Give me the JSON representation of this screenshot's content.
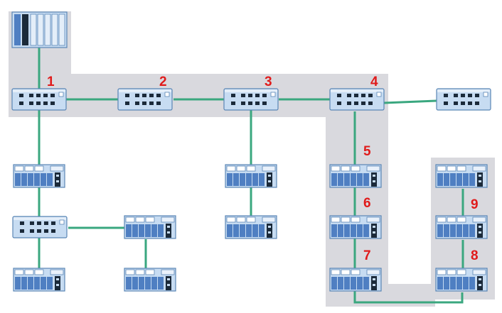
{
  "colors": {
    "highlight": "#d9d9de",
    "link": "#3aa77f",
    "device_fill": "#c7dcf2",
    "device_stroke": "#5a86b5",
    "module_fill": "#4f7fc2",
    "label": "#e01b1b",
    "port": "#1b2a3a"
  },
  "switches": [
    {
      "id": "s1",
      "label": "1"
    },
    {
      "id": "s2",
      "label": "2"
    },
    {
      "id": "s3",
      "label": "3"
    },
    {
      "id": "s4",
      "label": "4"
    },
    {
      "id": "s5",
      "label": ""
    }
  ],
  "ring_nodes": [
    {
      "id": "r5",
      "label": "5"
    },
    {
      "id": "r6",
      "label": "6"
    },
    {
      "id": "r7",
      "label": "7"
    },
    {
      "id": "r8",
      "label": "8"
    },
    {
      "id": "r9",
      "label": "9"
    }
  ],
  "controller": {
    "icon": "plc-rack-icon"
  },
  "io_station_icon": "io-station-icon",
  "switch_icon": "network-switch-icon"
}
